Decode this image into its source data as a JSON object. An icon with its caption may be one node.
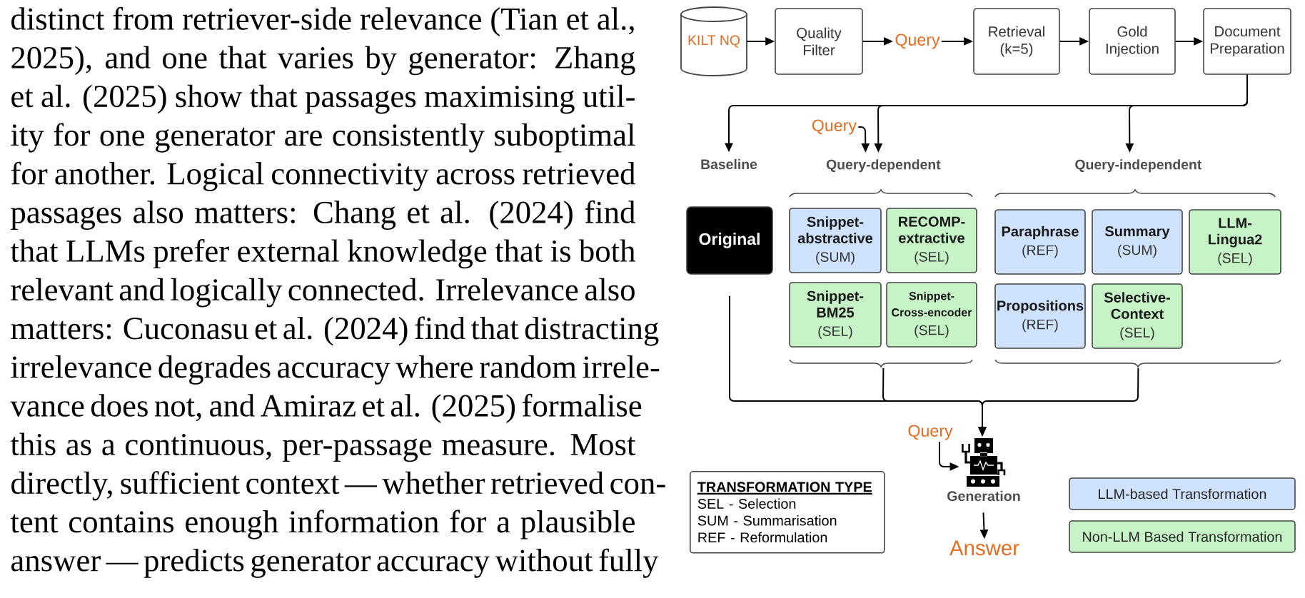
{
  "diagram": {
    "nodes": [
      {
        "text": [
          "KILT NQ"
        ]
      },
      {
        "text": [
          "Quality Filter"
        ]
      },
      {
        "text": [
          "Query"
        ]
      },
      {
        "text": [
          "Retrieval (k=5)"
        ]
      },
      {
        "text": [
          "Gold Injection"
        ]
      },
      {
        "text": [
          "Document Preparation"
        ]
      },
      {
        "text": [
          "Query"
        ]
      },
      {
        "text": [
          "Baseline"
        ]
      },
      {
        "text": [
          "Query-dependent"
        ]
      },
      {
        "text": [
          "Query-independent"
        ]
      },
      {
        "text": [
          "Original"
        ]
      },
      {
        "text": [
          "Snippet-abstractive",
          "(SUM)"
        ],
        "in": 8
      },
      {
        "text": [
          "RECOMP-extractive",
          "(SEL)"
        ],
        "in": 8
      },
      {
        "text": [
          "Paraphrase",
          "(REF)"
        ],
        "in": 9
      },
      {
        "text": [
          "Summary",
          "(SUM)"
        ],
        "in": 9
      },
      {
        "text": [
          "LLM-Lingua2",
          "(SEL)"
        ],
        "in": 9
      },
      {
        "text": [
          "Snippet-BM25",
          "(SEL)"
        ],
        "in": 8
      },
      {
        "text": [
          "Snippet-Cross-encoder",
          "(SEL)"
        ],
        "in": 8
      },
      {
        "text": [
          "Propositions",
          "(REF)"
        ],
        "in": 9
      },
      {
        "text": [
          "Selective-Context",
          "(SEL)"
        ],
        "in": 9
      },
      {
        "text": [
          "Query"
        ]
      },
      {
        "text": [
          "Generation"
        ]
      },
      {
        "text": [
          "TRANSFORMATION TYPE",
          "SEL - Selection",
          "SUM - Summarisation",
          "REF - Reformulation"
        ]
      },
      {
        "text": [
          "Answer"
        ]
      }
    ],
    "edges": [
      {
        "from": 0,
        "to": 1,
        "arrow": "to"
      },
      {
        "from": 1,
        "to": 2,
        "arrow": "to"
      },
      {
        "from": 2,
        "to": 3,
        "arrow": "to"
      },
      {
        "from": 3,
        "to": 4,
        "arrow": "to"
      },
      {
        "from": 4,
        "to": 5,
        "arrow": "to"
      },
      {
        "from": 5,
        "to": 7,
        "arrow": "to"
      },
      {
        "from": 5,
        "to": 8,
        "arrow": "to"
      },
      {
        "from": 5,
        "to": 9,
        "arrow": "to"
      },
      {
        "from": 6,
        "to": 8,
        "arrow": "to"
      },
      {
        "from": 10,
        "to": 21,
        "arrow": "to"
      },
      {
        "from": 8,
        "to": 21,
        "arrow": "to"
      },
      {
        "from": 9,
        "to": 21,
        "arrow": "to"
      },
      {
        "from": 20,
        "to": 21,
        "arrow": "to"
      },
      {
        "from": 21,
        "to": 23,
        "arrow": "to"
      }
    ],
    "labels": [
      "distinct from retriever-side relevance (Tian et al.,",
      "2025), and one that varies by generator: Zhang",
      "et al. (2025) show that passages maximising util-",
      "ity for one generator are consistently suboptimal",
      "for another. Logical connectivity across retrieved",
      "passages also matters: Chang et al. (2024) find",
      "that LLMs prefer external knowledge that is both",
      "relevant and logically connected. Irrelevance also",
      "matters: Cuconasu et al. (2024) find that distracting",
      "irrelevance degrades accuracy where random irrele-",
      "vance does not, and Amiraz et al. (2025) formalise",
      "this as a continuous, per-passage measure. Most",
      "directly, sufficient context — whether retrieved con-",
      "tent contains enough information for a plausible",
      "answer — predicts generator accuracy without fully"
    ],
    "legend": [
      {
        "text": "LLM-based Transformation",
        "color": "#cfe2ff"
      },
      {
        "text": "Non-LLM Based Transformation",
        "color": "#c6f4c6"
      }
    ]
  }
}
